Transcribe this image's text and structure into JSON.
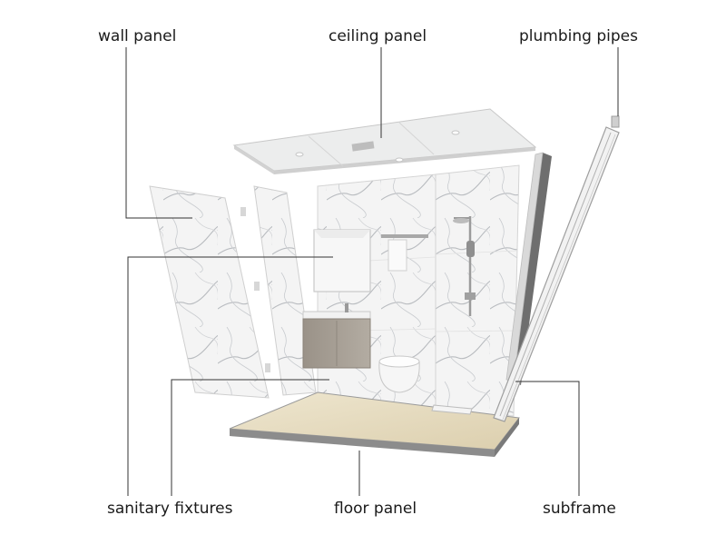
{
  "labels": {
    "wall_panel": "wall panel",
    "ceiling_panel": "ceiling panel",
    "plumbing_pipes": "plumbing pipes",
    "sanitary_fixtures": "sanitary fixtures",
    "floor_panel": "floor panel",
    "subframe": "subframe"
  },
  "colors": {
    "marble": "#f3f3f3",
    "marble_vein": "#b9bcc0",
    "floor": "#e6dcc2",
    "frame": "#8f8f8f",
    "leader": "#333333",
    "vanity": "#a49c91"
  }
}
